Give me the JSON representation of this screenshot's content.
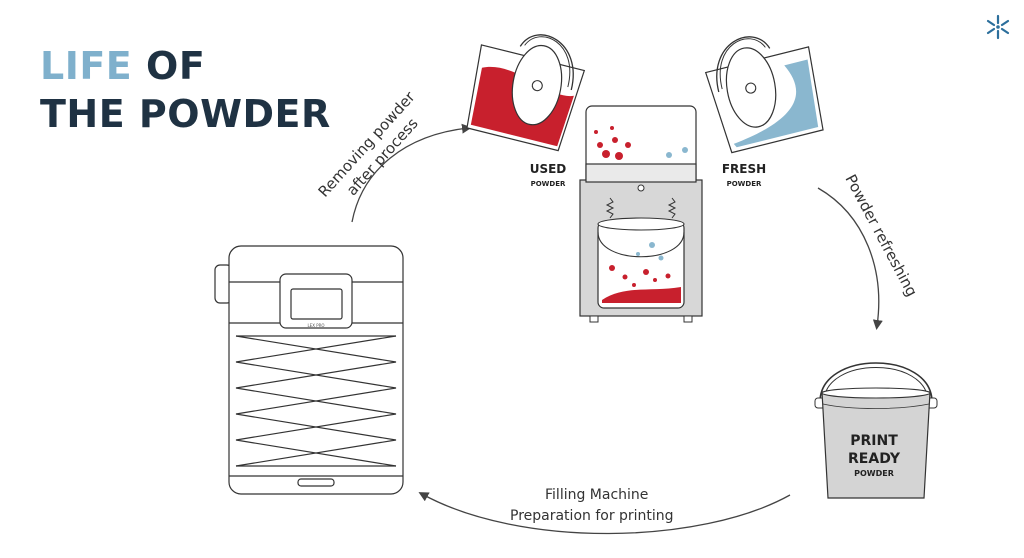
{
  "title": {
    "line1_accent": "LIFE",
    "line1_rest": "OF",
    "line2": "THE POWDER"
  },
  "labels": {
    "removing_line1": "Removing powder",
    "removing_line2": "after process",
    "used_main": "USED",
    "used_sub": "POWDER",
    "fresh_main": "FRESH",
    "fresh_sub": "POWDER",
    "refreshing": "Powder refreshing",
    "print_ready_line1": "PRINT",
    "print_ready_line2": "READY",
    "print_ready_sub": "POWDER",
    "filling_line1": "Filling Machine",
    "filling_line2": "Preparation for printing",
    "printer_badge": "LEX PRO"
  },
  "colors": {
    "dark_text": "#1f3243",
    "accent_blue": "#7fb0cc",
    "used_red": "#c8202d",
    "fresh_blue": "#8ab7cf",
    "outline": "#333333",
    "arrow": "#444444",
    "grey_fill": "#d7d7d7"
  },
  "icons": {
    "logo": "snowflake-logo-icon"
  }
}
